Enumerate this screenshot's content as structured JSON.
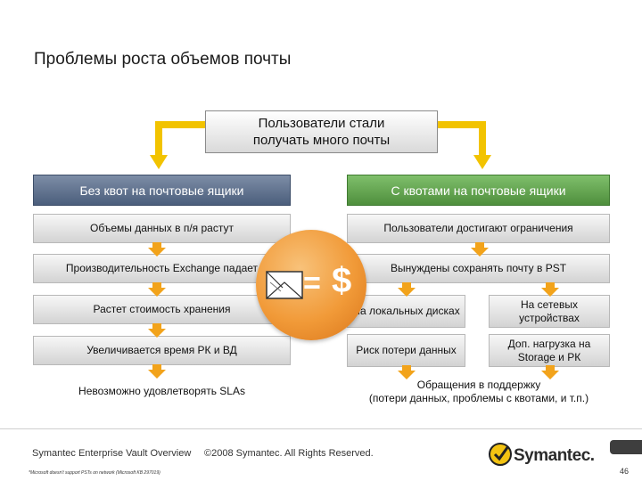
{
  "slide": {
    "title": "Проблемы роста объемов почты",
    "callout": {
      "line1": "Пользователи стали",
      "line2": "получать много почты"
    },
    "left": {
      "header": "Без квот на почтовые ящики",
      "items": [
        "Объемы данных в п/я растут",
        "Производительность Exchange падает",
        "Растет стоимость хранения",
        "Увеличивается время РК и ВД",
        "Невозможно удовлетворять SLAs"
      ]
    },
    "right": {
      "header": "С квотами на почтовые ящики",
      "row1": "Пользователи достигают ограничения",
      "row2": "Вынуждены сохранять почту в PST",
      "grid": {
        "r1c1": "На локальных дисках",
        "r1c2": "На сетевых устройствах",
        "r2c1": "Риск потери данных",
        "r2c2": "Доп. нагрузка на Storage и РК"
      },
      "bottom_line1": "Обращения в поддержку",
      "bottom_line2": "(потери данных, проблемы с квотами, и т.п.)"
    },
    "badge": {
      "symbol_equal": "=",
      "symbol_dollar": "$"
    },
    "footer": {
      "product": "Symantec Enterprise Vault Overview",
      "copyright": "©2008 Symantec. All Rights Reserved.",
      "footnote": "*Microsoft doesn't support PSTs on network (Microsoft KB 297019)",
      "logo": "Symantec.",
      "page": "46"
    }
  }
}
